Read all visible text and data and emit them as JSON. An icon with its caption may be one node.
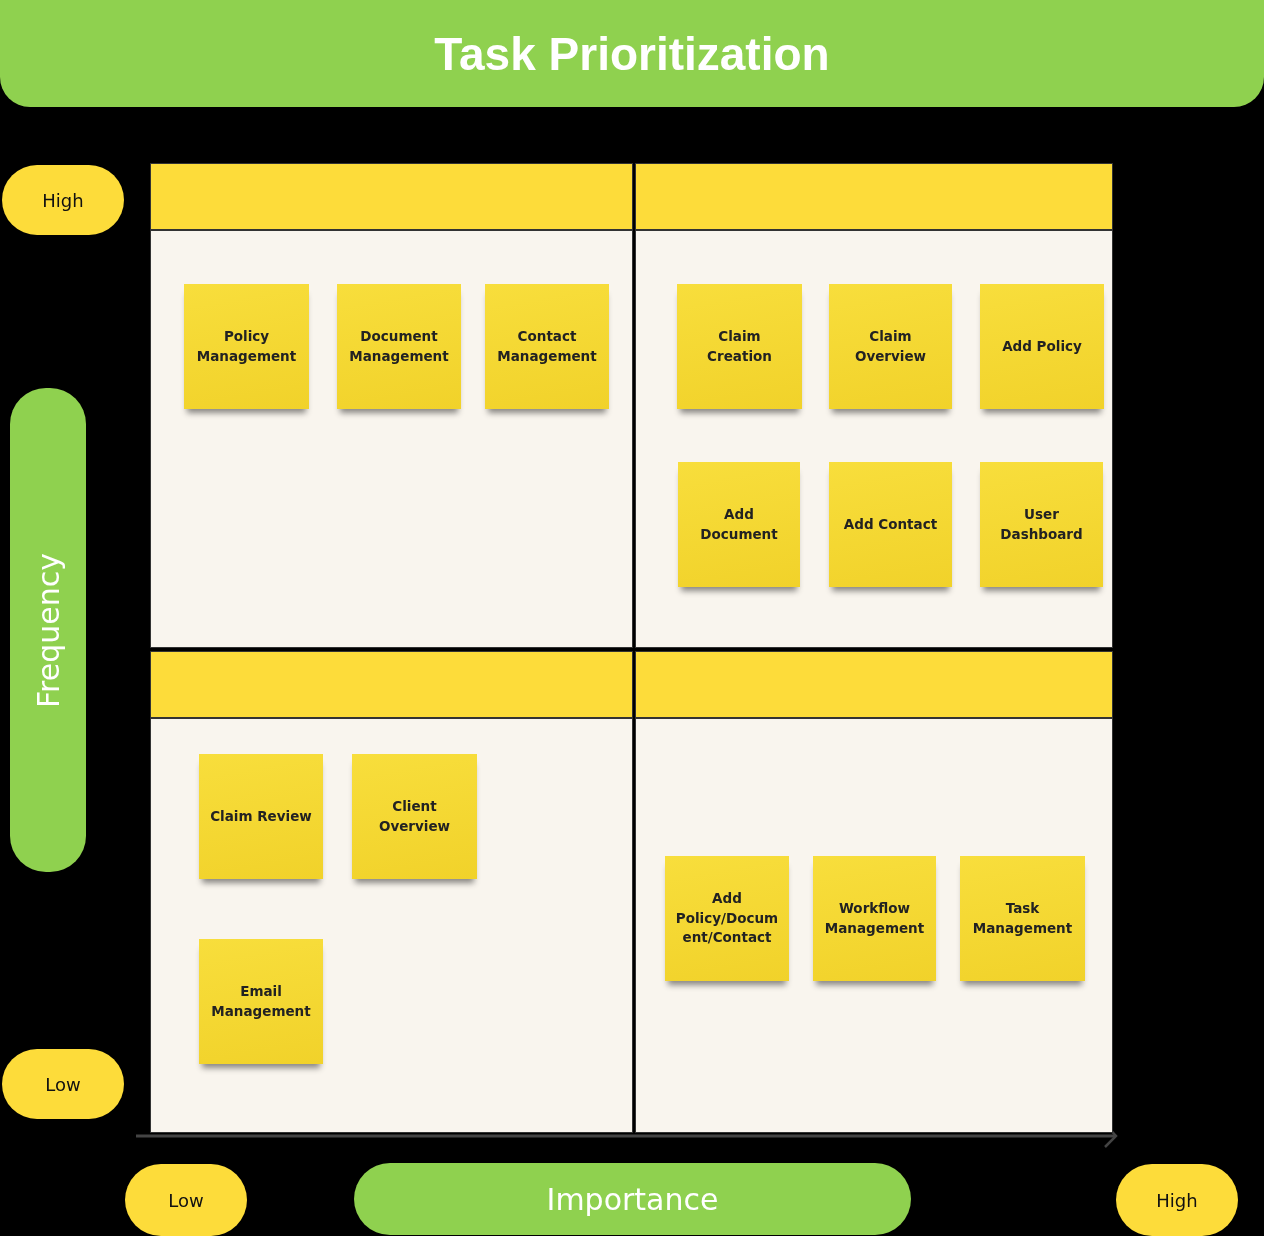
{
  "diagram": {
    "title": "Task Prioritization",
    "nodes": [
      {
        "text": [
          "High"
        ]
      },
      {
        "text": [
          "Frequency"
        ]
      },
      {
        "text": [
          "Low"
        ]
      },
      {
        "text": [],
        "shape": "box"
      },
      {
        "text": [
          "Policy Management"
        ],
        "in": 3
      },
      {
        "text": [
          "Document Management"
        ],
        "in": 3
      },
      {
        "text": [
          "Contact Management"
        ],
        "in": 3
      },
      {
        "text": [],
        "shape": "box"
      },
      {
        "text": [
          "Claim Creation"
        ],
        "in": 7
      },
      {
        "text": [
          "Claim Overview"
        ],
        "in": 7
      },
      {
        "text": [
          "Add Policy"
        ],
        "in": 7
      },
      {
        "text": [
          "Add Document"
        ],
        "in": 7
      },
      {
        "text": [
          "Add Contact"
        ],
        "in": 7
      },
      {
        "text": [
          "User Dashboard"
        ],
        "in": 7
      },
      {
        "text": [],
        "shape": "box"
      },
      {
        "text": [
          "Claim Review"
        ],
        "in": 14
      },
      {
        "text": [
          "Client Overview"
        ],
        "in": 14
      },
      {
        "text": [
          "Email Management"
        ],
        "in": 14
      },
      {
        "text": [],
        "shape": "box"
      },
      {
        "text": [
          "Add Policy/Document/Contact"
        ],
        "in": 18
      },
      {
        "text": [
          "Workflow Management"
        ],
        "in": 18
      },
      {
        "text": [
          "Task Management"
        ],
        "in": 18
      },
      {
        "text": [
          "Low"
        ]
      },
      {
        "text": [
          "Importance"
        ]
      },
      {
        "text": [
          "High"
        ]
      }
    ]
  }
}
